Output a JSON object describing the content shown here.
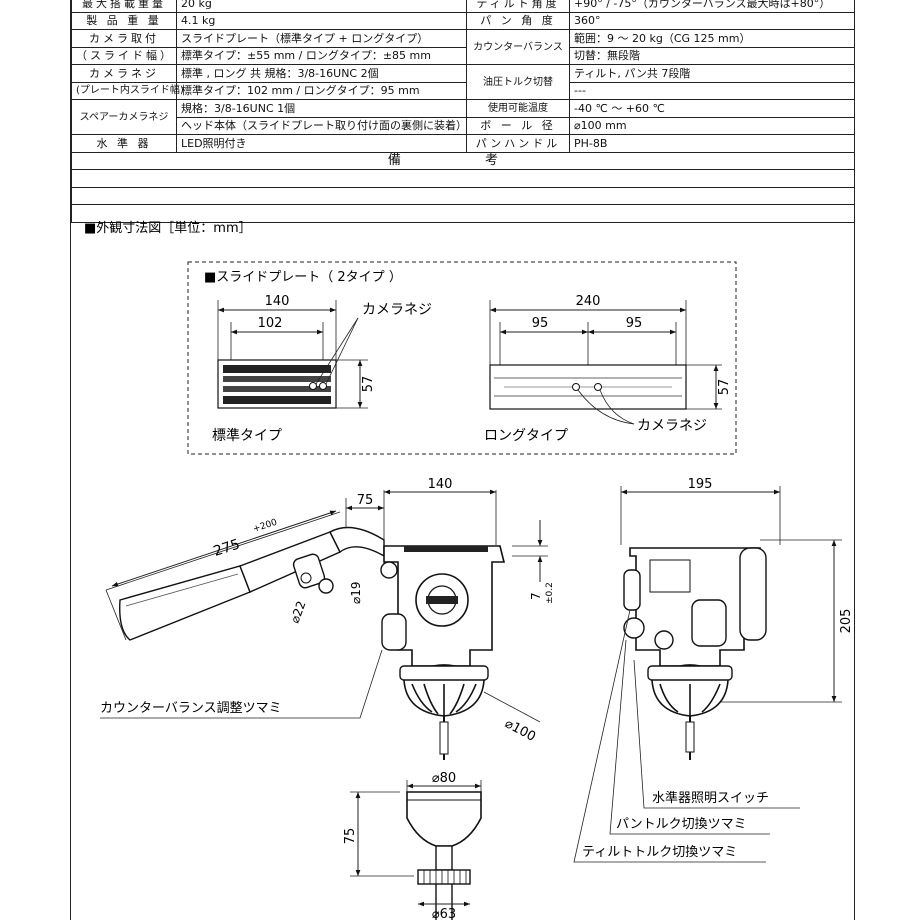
{
  "spec": {
    "rows": [
      {
        "l1": "最大搭載重量",
        "v1": "20 kg",
        "l2": "ティルト角度",
        "v2": "+90° / -75°（カウンターバランス最大時は+80°）"
      },
      {
        "l1": "製 品 重 量",
        "v1": "4.1 kg",
        "l2": "パ ン 角 度",
        "v2": "360°"
      },
      {
        "l1": "カメラ取付",
        "v1": "スライドプレート（標準タイプ + ロングタイプ）",
        "l2": "カウンターバランス",
        "v2": "範囲：9 ～ 20 kg（CG 125 mm）"
      },
      {
        "l1": "（スライド幅）",
        "v1": "標準タイプ：±55 mm / ロングタイプ：±85 mm",
        "v2": "切替：無段階"
      },
      {
        "l1": "カメラネジ",
        "v1": "標準 , ロング 共 規格：3/8-16UNC 2個",
        "l2": "油圧トルク切替",
        "v2": "ティルト, パン共 7段階"
      },
      {
        "l1": "(プレート内スライド幅)",
        "v1": "標準タイプ：102 mm / ロングタイプ：95 mm",
        "v2": "---"
      },
      {
        "l1": "スペアーカメラネジ",
        "v1": "規格：3/8-16UNC 1個",
        "l2": "使用可能温度",
        "v2": "-40 ℃ ～ +60 ℃"
      },
      {
        "v1": "ヘッド本体（スライドプレート取り付け面の裏側に装着）",
        "l2": "ボ ー ル 径",
        "v2": "⌀100 mm"
      },
      {
        "l1": "水 準 器",
        "v1": "LED照明付き",
        "l2": "パンハンドル",
        "v2": "PH-8B"
      }
    ],
    "remarks": "備 考"
  },
  "drawing": {
    "title": "■外観寸法図［単位：mm］",
    "slide_box_title": "■スライドプレート（ 2タイプ ）",
    "standard_label": "標準タイプ",
    "long_label": "ロングタイプ",
    "camera_screw": "カメラネジ",
    "dims": {
      "std_width": "140",
      "std_inner": "102",
      "std_height": "57",
      "long_width": "240",
      "long_left": "95",
      "long_right": "95",
      "long_height": "57",
      "handle_len": "275",
      "handle_tol": "+200",
      "offset75": "75",
      "head140": "140",
      "dia19": "⌀19",
      "dia22": "⌀22",
      "tol7": "7",
      "tol7b": "±0.2",
      "ball100": "⌀100",
      "side195": "195",
      "side205": "205",
      "bowl80": "⌀80",
      "bowl75": "75",
      "bowl63": "⌀63"
    },
    "callouts": {
      "counterbalance": "カウンターバランス調整ツマミ",
      "level_switch": "水準器照明スイッチ",
      "pan_torque": "パントルク切換ツマミ",
      "tilt_torque": "ティルトトルク切換ツマミ"
    }
  }
}
